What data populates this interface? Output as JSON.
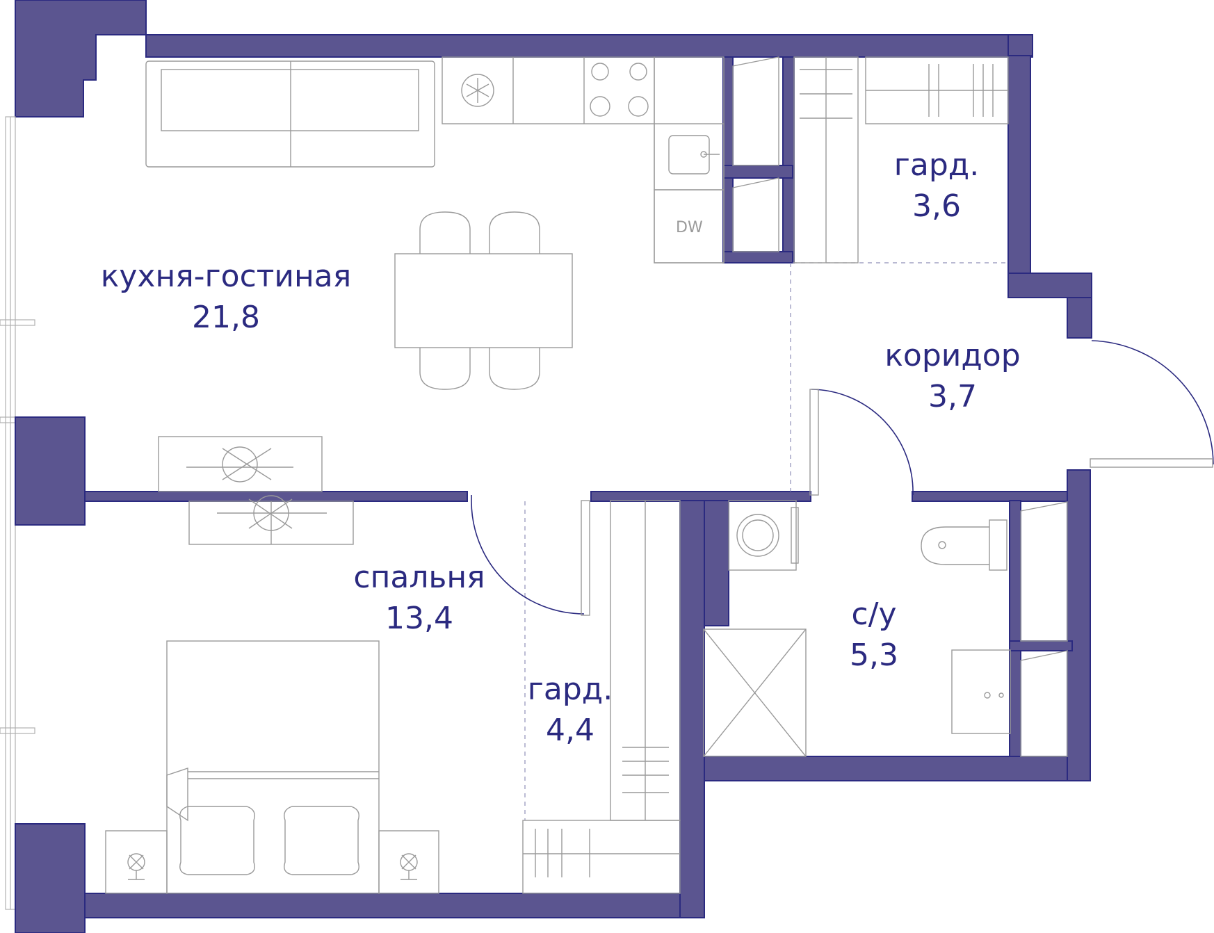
{
  "colors": {
    "wall": "#5b5590",
    "text": "#2b2a80",
    "furniture": "#9a9a9a"
  },
  "rooms": [
    {
      "id": "living",
      "name": "кухня-гостиная",
      "area": "21,8"
    },
    {
      "id": "wardrobe_top",
      "name": "гард.",
      "area": "3,6"
    },
    {
      "id": "corridor",
      "name": "коридор",
      "area": "3,7"
    },
    {
      "id": "bedroom",
      "name": "спальня",
      "area": "13,4"
    },
    {
      "id": "wardrobe_bottom",
      "name": "гард.",
      "area": "4,4"
    },
    {
      "id": "bathroom",
      "name": "с/у",
      "area": "5,3"
    }
  ],
  "appliances": {
    "dishwasher": "DW"
  },
  "icons": [
    "fridge-icon",
    "stove-icon",
    "sink-icon",
    "dishwasher-icon",
    "washing-machine-icon",
    "toilet-icon",
    "shower-icon",
    "bed-icon",
    "lamp-icon",
    "chair-icon"
  ]
}
